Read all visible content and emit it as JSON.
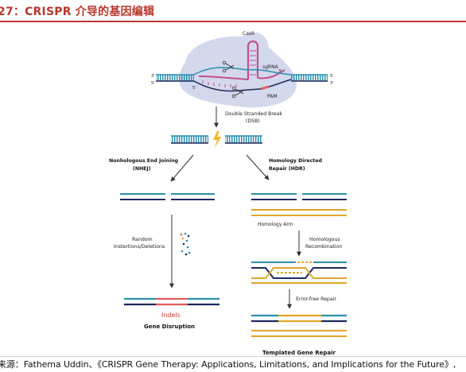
{
  "header": {
    "title": "27：CRISPR 介导的基因编辑"
  },
  "diagram": {
    "cas9_label": "Cas9",
    "sgrna_label": "sgRNA",
    "pam_label": "PAM",
    "end_3_top_left": "3'",
    "end_5_top_left": "5'",
    "end_5_top_right": "5'",
    "end_3_top_right": "3'",
    "end_5_bot_right": "5'",
    "end_3_bot_right": "3'",
    "dsb_label_line1": "Double Stranded Break",
    "dsb_label_line2": "(DSB)",
    "nhej_label_line1": "Nonhologous End Joining",
    "nhej_label_line2": "(NHEJ)",
    "hdr_label_line1": "Homology Directed",
    "hdr_label_line2": "Repair (HDR)",
    "random_label_line1": "Random",
    "random_label_line2": "Instertions/Deletions",
    "homology_arm_label": "Homology Arm",
    "homologous_label_line1": "Homologous",
    "homologous_label_line2": "Recombination",
    "indels_label": "Indels",
    "gene_disruption_label": "Gene Disruption",
    "error_free_label": "Error-free Repair",
    "templated_label": "Templated Gene Repair"
  },
  "colors": {
    "accent_red": "#b7382b",
    "teal": "#2c8fae",
    "navy": "#1d2a5c",
    "gold": "#e1a52a",
    "pink": "#c2508f",
    "cas9_blob": "#d4d8ec",
    "indel_red": "#e25b58"
  },
  "source": {
    "text": "来源：Fathema Uddin、《CRISPR Gene Therapy: Applications, Limitations, and Implications for the Future》,"
  }
}
